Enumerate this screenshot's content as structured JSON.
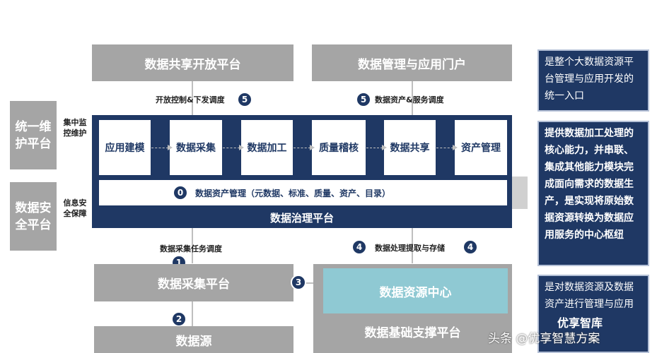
{
  "top": {
    "share_platform": "数据共享开放平台",
    "portal": "数据管理与应用门户"
  },
  "labels": {
    "open_control": "开放控制&下发调度",
    "asset_service": "数据资产&服务调度",
    "collect_task": "数据采集任务调度",
    "process_store": "数据处理提取与存储"
  },
  "badges": {
    "b5a": "5",
    "b5b": "5",
    "b1": "1",
    "b2": "2",
    "b3": "3",
    "b4a": "4",
    "b4b": "4",
    "b0": "0"
  },
  "left": {
    "ops": "统一维护平台",
    "ops_label": "集中监控维护",
    "security": "数据安全平台",
    "security_label": "信息安全保障"
  },
  "governance": {
    "steps": [
      "应用建模",
      "数据采集",
      "数据加工",
      "质量稽核",
      "数据共享",
      "资产管理"
    ],
    "asset_mgmt": "数据资产管理（元数据、标准、质量、资产、目录）",
    "title": "数据治理平台"
  },
  "bottom": {
    "collect_platform": "数据采集平台",
    "source": "数据源",
    "resource_center": "数据资源中心",
    "base_platform": "数据基础支撑平台"
  },
  "right": {
    "desc1": "是整个大数据资源平台管理与应用开发的统一入口",
    "desc2": "提供数据加工处理的核心能力，并串联、集成其他能力模块完成面向需求的数据生产，是实现将原始数据资源转换为数据应用服务的中心枢纽",
    "desc3": "是对数据资源及数据资产进行管理与应用"
  },
  "watermark": "头条 @优享智慧方案",
  "watermark2": "优享智库",
  "colors": {
    "navy": "#1f3864",
    "gray": "#a5a5a5",
    "teal": "#8fc9d3"
  }
}
